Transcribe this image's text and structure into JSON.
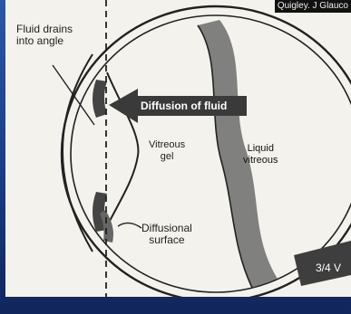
{
  "citation": "Quigley. J Glauco",
  "labels": {
    "fluid_drains": [
      "Fluid drains",
      "into angle"
    ],
    "diffusion_of_fluid": "Diffusion of fluid",
    "vitreous_gel": [
      "Vitreous",
      "gel"
    ],
    "liquid_vitreous": [
      "Liquid",
      "vitreous"
    ],
    "diffusional_surface": [
      "Diffusional",
      "surface"
    ],
    "three_quarter_view": "3/4 V"
  },
  "colors": {
    "slide_background": "#1b3c86",
    "figure_background": "#f4f2ec",
    "ink": "#222222",
    "arrow_fill": "#3a3a3a"
  }
}
